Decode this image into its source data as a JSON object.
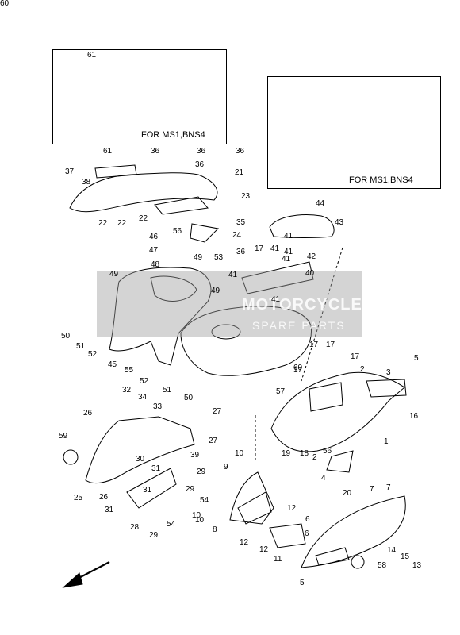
{
  "insets": [
    {
      "label": "FOR MS1,BNS4"
    },
    {
      "label": "FOR MS1,BNS4"
    }
  ],
  "watermark": {
    "line1": "MOTORCYCLE",
    "line2": "SPARE PARTS"
  },
  "labels": [
    "61",
    "61",
    "36",
    "36",
    "36",
    "37",
    "21",
    "36",
    "38",
    "23",
    "22",
    "22",
    "22",
    "35",
    "56",
    "24",
    "44",
    "43",
    "46",
    "47",
    "48",
    "41",
    "41",
    "53",
    "36",
    "17",
    "41",
    "42",
    "49",
    "49",
    "41",
    "40",
    "49",
    "41",
    "41",
    "50",
    "51",
    "52",
    "45",
    "55",
    "52",
    "51",
    "50",
    "17",
    "17",
    "17",
    "60",
    "2",
    "3",
    "57",
    "16",
    "5",
    "32",
    "34",
    "33",
    "26",
    "27",
    "59",
    "27",
    "39",
    "30",
    "31",
    "29",
    "29",
    "31",
    "28",
    "54",
    "29",
    "26",
    "31",
    "1",
    "19",
    "18",
    "2",
    "56",
    "4",
    "25",
    "10",
    "9",
    "10",
    "8",
    "54",
    "10",
    "7",
    "7",
    "20",
    "12",
    "12",
    "6",
    "6",
    "12",
    "11",
    "14",
    "15",
    "13",
    "58",
    "5",
    "17",
    "60"
  ],
  "colors": {
    "line": "#000000",
    "watermark_band": "#a0a0a0",
    "watermark_text": "#ffffff"
  }
}
